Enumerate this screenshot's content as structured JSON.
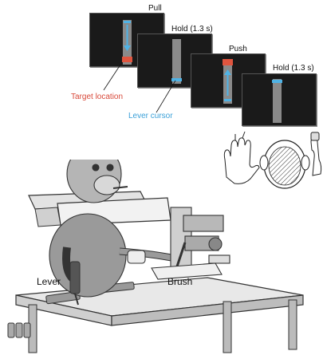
{
  "panels": [
    {
      "label": "Pull"
    },
    {
      "label": "Hold (1.3 s)"
    },
    {
      "label": "Push"
    },
    {
      "label": "Hold (1.3 s)"
    }
  ],
  "annotations": {
    "target_location": "Target location",
    "lever_cursor": "Lever cursor"
  },
  "apparatus": {
    "lever": "Lever",
    "brush": "Brush"
  },
  "colors": {
    "target": "#e0553f",
    "cursor": "#4fb3e6",
    "screen": "#1a1a1a",
    "track": "#8a8a8a"
  }
}
